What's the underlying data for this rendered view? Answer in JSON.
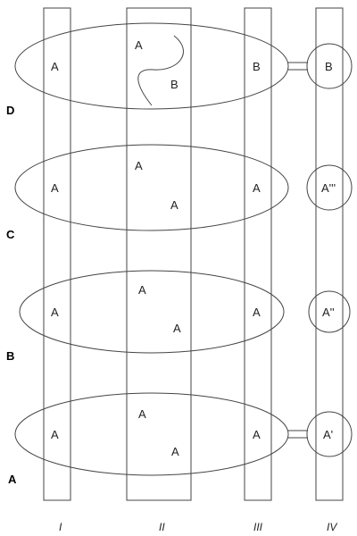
{
  "columns": [
    "I",
    "II",
    "III",
    "IV"
  ],
  "rows": [
    {
      "label": "D",
      "cells": [
        "A",
        "A",
        "B",
        "B",
        "B"
      ],
      "connected": true,
      "boundary": true
    },
    {
      "label": "C",
      "cells": [
        "A",
        "A",
        "A",
        "A",
        "A'''"
      ],
      "connected": false,
      "boundary": false
    },
    {
      "label": "B",
      "cells": [
        "A",
        "A",
        "A",
        "A",
        "A''"
      ],
      "connected": false,
      "boundary": false
    },
    {
      "label": "A",
      "cells": [
        "A",
        "A",
        "A",
        "A",
        "A'"
      ],
      "connected": true,
      "boundary": false
    }
  ]
}
